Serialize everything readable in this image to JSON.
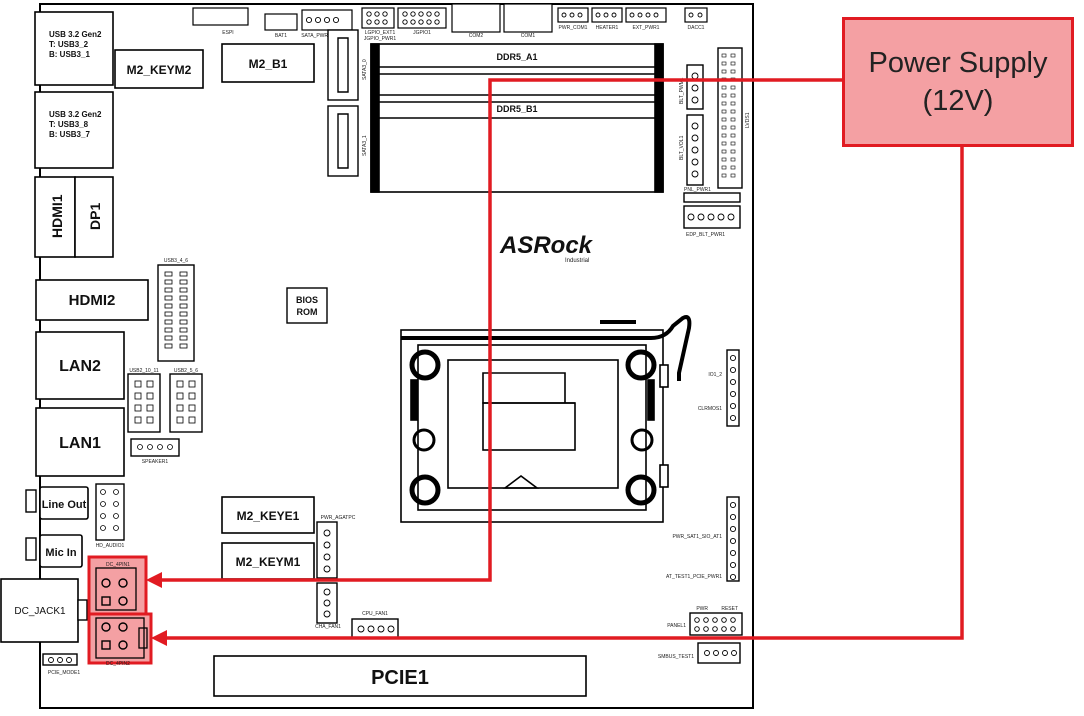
{
  "board": {
    "logo": "ASRock",
    "logo_sub": "Industrial",
    "labels": {
      "usb1": [
        "USB 3.2 Gen2",
        "T: USB3_2",
        "B: USB3_1"
      ],
      "usb2": [
        "USB 3.2 Gen2",
        "T: USB3_8",
        "B: USB3_7"
      ],
      "hdmi1": "HDMI1",
      "dp1": "DP1",
      "hdmi2": "HDMI2",
      "lan2": "LAN2",
      "lan1": "LAN1",
      "line_out": "Line Out",
      "mic_in": "Mic In",
      "dc_jack": "DC_JACK1",
      "m2_keym2": "M2_KEYM2",
      "m2_b1": "M2_B1",
      "m2_keye1": "M2_KEYE1",
      "m2_keym1": "M2_KEYM1",
      "ddr5_a1": "DDR5_A1",
      "ddr5_b1": "DDR5_B1",
      "bios_rom": [
        "BIOS",
        "ROM"
      ],
      "pcie1": "PCIE1"
    },
    "small": {
      "espi": "ESPI",
      "bat1": "BAT1",
      "sata_pwr1": "SATA_PWR1",
      "lgpio": "LGPIO_EXT1",
      "jgpio_pwr1": "JGPIO_PWR1",
      "jgpio1": "JGPIO1",
      "com2": "COM2",
      "com1": "COM1",
      "pwr_com1": "PWR_COM1",
      "heater1": "HEATER1",
      "ext_pwr1": "EXT_PWR1",
      "dacc1": "DACC1",
      "sata3": "SATA3_0",
      "sata4": "SATA3_1",
      "blt_pwm1": "BLT_PWM1",
      "blt_vol1": "BLT_VOL1",
      "lvds1": "LVDS1",
      "pnl_pwr1": "PNL_PWR1",
      "edp_blt": "EDP_BLT_PWR1",
      "usb_4_6": "USB3_4_6",
      "usb_10_11": "USB2_10_11",
      "usb_5_6": "USB2_5_6",
      "speaker1": "SPEAKER1",
      "hd_audio1": "HD_AUDIO1",
      "dc_4pin1": "DC_4PIN1",
      "dc_4pin2": "DC_4PIN2",
      "pcie_mode1": "PCIE_MODE1",
      "pwr_agatpc": "PWR_AGATPC",
      "cha_fan1": "CHA_FAN1",
      "cpu_fan1": "CPU_FAN1",
      "panel1": "PANEL1",
      "smbus": "SMBUS_TEST1",
      "io1": "IO1_2",
      "cleron": "CLRMOS1",
      "pwr_sat": "PWR_SAT1_SIO_AT1",
      "at_test": "AT_TEST1_PCIE_PWR1",
      "ppwr": "PWR",
      "preset": "RESET"
    }
  },
  "psu": {
    "line1": "Power Supply",
    "line2": "(12V)"
  },
  "colors": {
    "accent_red": "#e11b22",
    "highlight_fill": "#f4a0a3",
    "outline": "#000000"
  }
}
